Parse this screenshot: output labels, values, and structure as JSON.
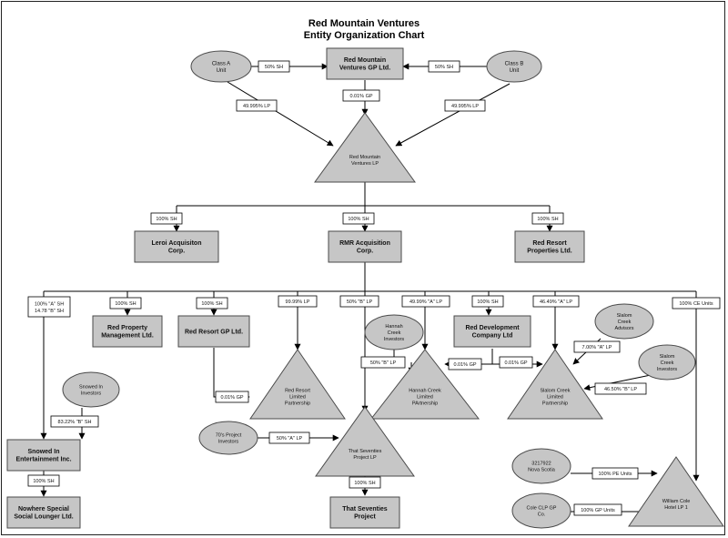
{
  "title": {
    "line1": "Red Mountain Ventures",
    "line2": "Entity Organization Chart"
  },
  "colors": {
    "shape_fill": "#c6c6c6",
    "shape_stroke": "#4a4a4a",
    "label_fill": "#ffffff",
    "line": "#000000",
    "text": "#111111"
  },
  "nodes": {
    "class_a": [
      "Class A",
      "Unit"
    ],
    "class_b": [
      "Class B",
      "Unit"
    ],
    "rmv_gp": [
      "Red Mountain",
      "Ventures GP Ltd."
    ],
    "rmv_lp": [
      "Red Mountain",
      "Ventures LP"
    ],
    "leroi": [
      "Leroi Acquisiton",
      "Corp."
    ],
    "rmr": [
      "RMR Acquisition",
      "Corp."
    ],
    "red_resort_props": [
      "Red Resort",
      "Properties Ltd."
    ],
    "red_prop_mgmt": [
      "Red Property",
      "Management Ltd."
    ],
    "red_resort_gp": [
      "Red Resort GP Ltd."
    ],
    "red_dev": [
      "Red Development",
      "Company Ltd"
    ],
    "hannah_investors": [
      "Hannah",
      "Creek",
      "Investors"
    ],
    "slalom_advisors": [
      "Slalom",
      "Creek",
      "Advisors"
    ],
    "slalom_investors": [
      "Slalom",
      "Creek",
      "Investors"
    ],
    "red_resort_lp": [
      "Red Resort",
      "Limited",
      "Partnership"
    ],
    "hannah_lp": [
      "Hannah Creek",
      "Limited",
      "PArtnership"
    ],
    "slalom_lp": [
      "Slalom Creek",
      "Limited",
      "Partnership"
    ],
    "snowed_investors": [
      "Snowed In",
      "Investors"
    ],
    "snowed_inc": [
      "Snowed In",
      "Entertainment Inc."
    ],
    "nowhere": [
      "Nowhere Special",
      "Social Lounger Ltd."
    ],
    "seventies_investors": [
      "70's Project",
      "Investors"
    ],
    "seventies_lp": [
      "That Seventies",
      "Project LP"
    ],
    "seventies_project": [
      "That Seventies",
      "Project"
    ],
    "nova_scotia": [
      "3217922",
      "Nova Scotia"
    ],
    "cole_clp": [
      "Cole CLP GP",
      "Co."
    ],
    "william_cole": [
      "William Cole",
      "Hotel LP 1"
    ]
  },
  "labels": {
    "class_a_gp": "50% SH",
    "class_b_gp": "50% SH",
    "gp_lp": "0.01% GP",
    "class_a_lp": "49.995% LP",
    "class_b_lp": "49.995% LP",
    "leroi_sh": "100% SH",
    "rmr_sh": "100% SH",
    "props_sh": "100% SH",
    "snowed_sh": [
      "100% \"A\" SH",
      "14.78 \"B\" SH"
    ],
    "mgmt_sh": "100% SH",
    "resort_gp_sh": "100% SH",
    "resort_lp_pct": "99.99% LP",
    "seventies_b_lp": "50% \"B\" LP",
    "hannah_a_lp": "49.99% \"A\" LP",
    "dev_sh": "100% SH",
    "slalom_a_lp": "46.49% \"A\" LP",
    "ce_units": "100% CE Units",
    "resort_gp_gp": "0.01% GP",
    "hannah_b_lp": "50% \"B\" LP",
    "dev_hannah_gp": "0.01% GP",
    "dev_slalom_gp": "0.01% GP",
    "advisors_a_lp": "7.00% \"A\" LP",
    "slalom_inv_b_lp": "46.50% \"B\" LP",
    "snowed_b_sh": "83.22% \"B\" SH",
    "nowhere_sh": "100% SH",
    "seventies_a_lp": "50% \"A\" LP",
    "seventies_sh": "100% SH",
    "pe_units": "100% PE Units",
    "gp_units": "100% GP Units"
  }
}
